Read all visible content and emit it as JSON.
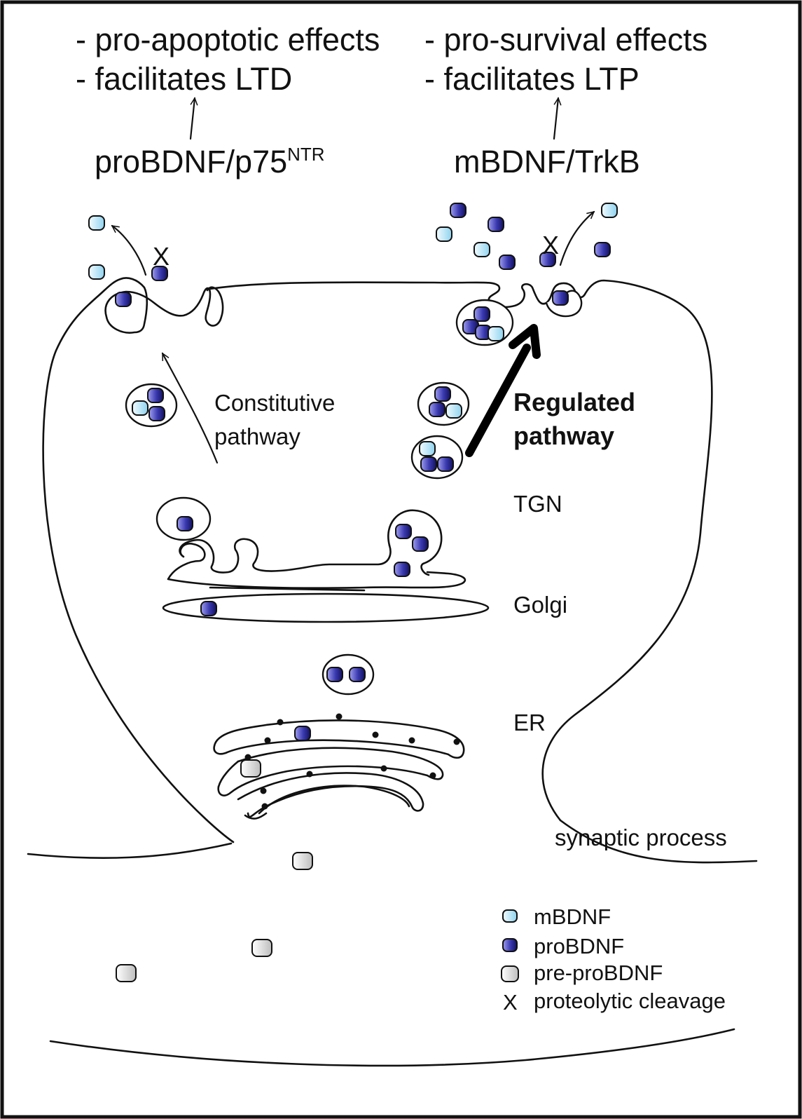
{
  "effects": {
    "left": [
      "- pro-apoptotic effects",
      "- facilitates LTD"
    ],
    "right": [
      "- pro-survival effects",
      "- facilitates LTP"
    ]
  },
  "receptors": {
    "left_main": "proBDNF/p75",
    "left_sup": "NTR",
    "right": "mBDNF/TrkB"
  },
  "pathways": {
    "constitutive": [
      "Constitutive",
      "pathway"
    ],
    "regulated": [
      "Regulated",
      "pathway"
    ]
  },
  "organelles": {
    "tgn": "TGN",
    "golgi": "Golgi",
    "er": "ER",
    "synaptic_process": "synaptic process"
  },
  "cleavage_mark": "X",
  "legend": [
    {
      "label": "mBDNF",
      "kind": "mbdnf"
    },
    {
      "label": "proBDNF",
      "kind": "probdnf"
    },
    {
      "label": "pre-proBDNF",
      "kind": "preprobdnf"
    },
    {
      "label": "proteolytic cleavage",
      "kind": "cleavage"
    }
  ],
  "colors": {
    "mbdnf": "#bfe9f7",
    "probdnf": "#2b2a96",
    "preprobdnf": "#d9d9d9",
    "outline": "#111111",
    "background": "#ffffff"
  }
}
